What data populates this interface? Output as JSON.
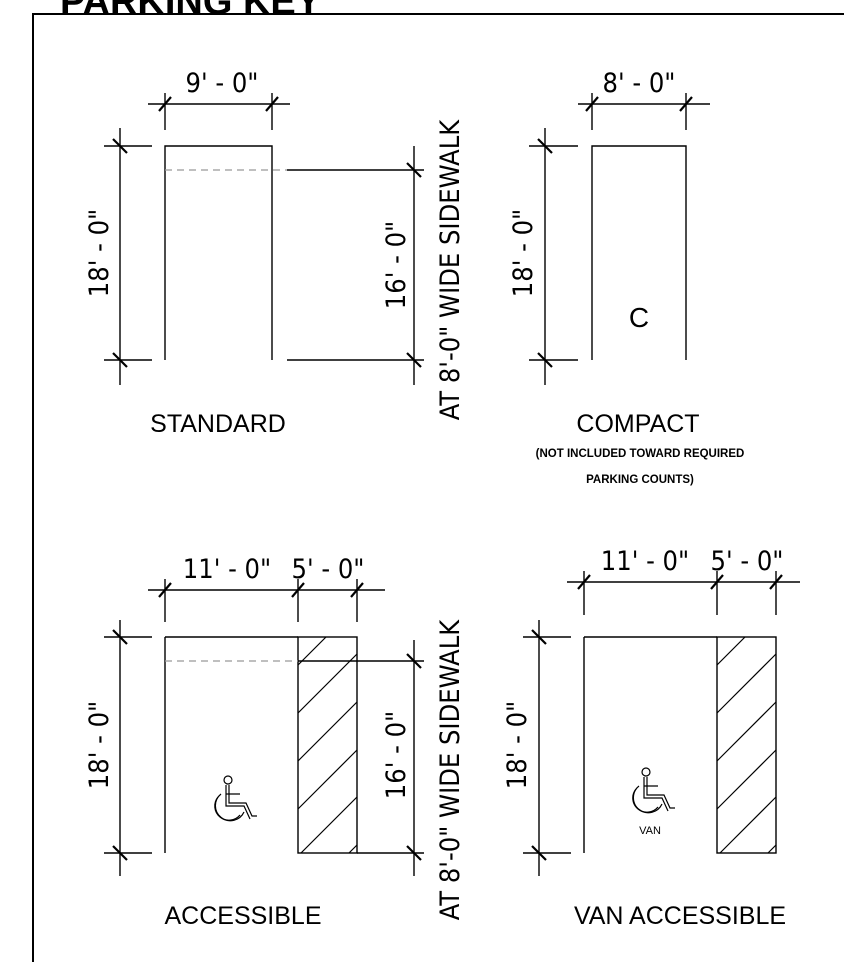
{
  "title": "PARKING KEY",
  "standard": {
    "width_dim": "9' - 0\"",
    "length_dim": "18' - 0\"",
    "inner_dim": "16' - 0\"",
    "sidewalk_label": "AT 8'-0\" WIDE SIDEWALK",
    "label": "STANDARD"
  },
  "compact": {
    "width_dim": "8' - 0\"",
    "length_dim": "18' - 0\"",
    "mark": "C",
    "label": "COMPACT",
    "note_line1": "(NOT INCLUDED TOWARD REQUIRED",
    "note_line2": "PARKING COUNTS)"
  },
  "accessible": {
    "width_dim": "11' - 0\"",
    "aisle_dim": "5' - 0\"",
    "length_dim": "18' - 0\"",
    "inner_dim": "16' - 0\"",
    "sidewalk_label": "AT 8'-0\" WIDE SIDEWALK",
    "label": "ACCESSIBLE"
  },
  "van_accessible": {
    "width_dim": "11' - 0\"",
    "aisle_dim": "5' - 0\"",
    "length_dim": "18' - 0\"",
    "van_text": "VAN",
    "label": "VAN ACCESSIBLE"
  }
}
